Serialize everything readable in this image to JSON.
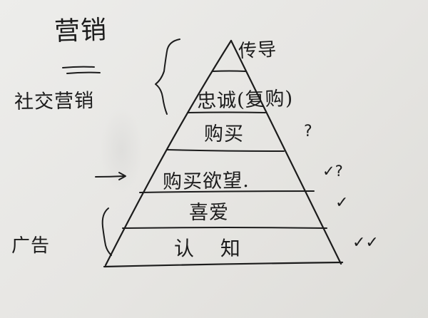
{
  "title": "营销",
  "side_label": "社交营销",
  "ad_label": "广告",
  "pyramid": {
    "levels": [
      {
        "label": "传导",
        "mark": ""
      },
      {
        "label": "忠诚(复购)",
        "mark": ""
      },
      {
        "label": "购买",
        "mark": "?"
      },
      {
        "label": "购买欲望.",
        "mark": "✓?"
      },
      {
        "label": "喜爱",
        "mark": "✓"
      },
      {
        "label": "认 知",
        "mark": "✓✓"
      }
    ]
  },
  "colors": {
    "ink": "#1c1c1c",
    "paper": "#ebeae7"
  }
}
